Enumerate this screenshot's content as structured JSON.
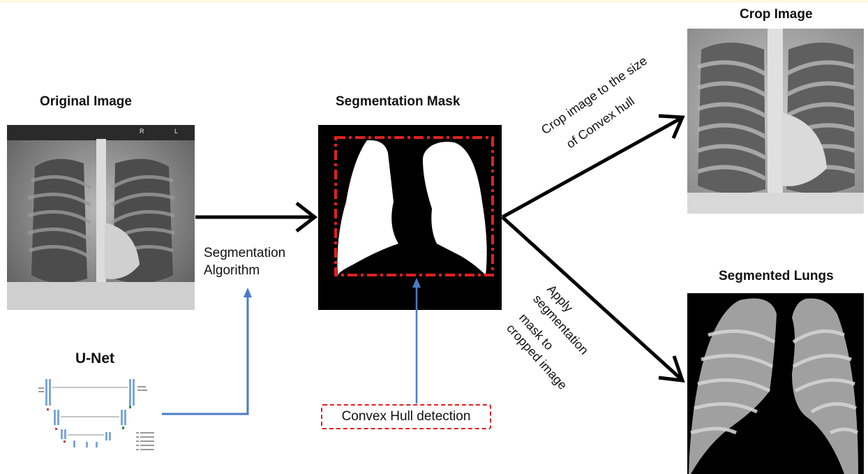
{
  "titles": {
    "original": "Original Image",
    "mask": "Segmentation Mask",
    "crop": "Crop Image",
    "segmented": "Segmented Lungs",
    "unet": "U-Net"
  },
  "labels": {
    "seg_algo_line1": "Segmentation",
    "seg_algo_line2": "Algorithm",
    "crop_desc_line1": "Crop image to the size",
    "crop_desc_line2": "of Convex hull",
    "apply_line1": "Apply",
    "apply_line2": "segmentation",
    "apply_line3": "mask to",
    "apply_line4": "cropped image",
    "convex_hull": "Convex Hull detection"
  },
  "xray_marks": {
    "r": "R",
    "l": "L"
  },
  "colors": {
    "arrow_black": "#000000",
    "arrow_blue": "#4a7cc7",
    "hull_red": "#e02020",
    "mask_bg": "#000000",
    "mask_fg": "#ffffff"
  }
}
